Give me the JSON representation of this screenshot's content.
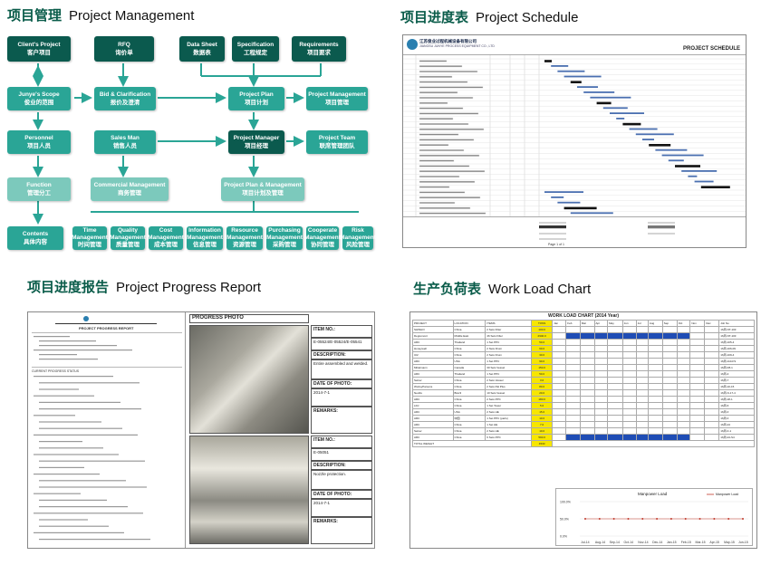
{
  "sections": {
    "pm": {
      "cn": "项目管理",
      "en": "Project Management"
    },
    "ps": {
      "cn": "项目进度表",
      "en": "Project Schedule"
    },
    "pr": {
      "cn": "项目进度报告",
      "en": "Project Progress Report"
    },
    "wl": {
      "cn": "生产负荷表",
      "en": "Work Load Chart"
    }
  },
  "flow": {
    "nodes": [
      {
        "en": "Client's Project",
        "zh": "客户项目"
      },
      {
        "en": "RFQ",
        "zh": "询价单"
      },
      {
        "en": "Data Sheet",
        "zh": "数据表"
      },
      {
        "en": "Specification",
        "zh": "工程规定"
      },
      {
        "en": "Requirements",
        "zh": "项目要求"
      },
      {
        "en": "Junye's Scope",
        "zh": "俊业的范围"
      },
      {
        "en": "Bid & Clarification",
        "zh": "报价及澄清"
      },
      {
        "en": "Project Plan",
        "zh": "项目计划"
      },
      {
        "en": "Project Management",
        "zh": "项目管理"
      },
      {
        "en": "Personnel",
        "zh": "项目人员"
      },
      {
        "en": "Sales Man",
        "zh": "销售人员"
      },
      {
        "en": "Project Manager",
        "zh": "项目经理"
      },
      {
        "en": "Project Team",
        "zh": "联席管理团队"
      },
      {
        "en": "Function",
        "zh": "管理分工"
      },
      {
        "en": "Commercial Management",
        "zh": "商务管理"
      },
      {
        "en": "Project Plan & Management",
        "zh": "项目计划及管理"
      },
      {
        "en": "Contents",
        "zh": "具体内容"
      },
      {
        "en": "Time Management",
        "zh": "时间管理"
      },
      {
        "en": "Quality Management",
        "zh": "质量管理"
      },
      {
        "en": "Cost Management",
        "zh": "成本管理"
      },
      {
        "en": "Information Management",
        "zh": "信息管理"
      },
      {
        "en": "Resource Management",
        "zh": "资源管理"
      },
      {
        "en": "Purchasing Management",
        "zh": "采购管理"
      },
      {
        "en": "Cooperate Management",
        "zh": "协同管理"
      },
      {
        "en": "Risk Management",
        "zh": "风险管理"
      }
    ]
  },
  "schedule": {
    "company_cn": "江苏俊业过程机械设备有限公司",
    "company_en": "JIANGSU JUNYE PROCESS EQUIPMENT CO., LTD",
    "title": "PROJECT SCHEDULE",
    "footer": "Page 1 of 1"
  },
  "report": {
    "photos_header": "PROGRESS PHOTO",
    "meta": [
      {
        "label": "ITEM NO.:",
        "value": "E-05524/E-05524/E-05541"
      },
      {
        "label": "DESCRIPTION:",
        "value": "Entire assembled and welded."
      },
      {
        "label": "DATE OF PHOTO:",
        "value": "2014-7-1"
      },
      {
        "label": "REMARKS:",
        "value": ""
      },
      {
        "label": "ITEM NO.:",
        "value": "E-05051"
      },
      {
        "label": "DESCRIPTION:",
        "value": "Nozzle protection."
      },
      {
        "label": "DATE OF PHOTO:",
        "value": "2014-7-1"
      },
      {
        "label": "REMARKS:",
        "value": ""
      }
    ],
    "doc_title": "PROJECT PROGRESS REPORT",
    "status_title": "CURRENT PROGRESS STATUS"
  },
  "workload": {
    "title": "WORK LOAD CHART (2014 Year)",
    "headers": [
      "PROJECT",
      "LOCATION",
      "ITEMS",
      "TONS",
      "Jan",
      "Feb",
      "Mar",
      "Apr",
      "May",
      "Jun",
      "Jul",
      "Aug",
      "Sep",
      "Oct",
      "Nov",
      "Dec",
      "Job No"
    ],
    "rows": [
      {
        "project": "SHINHO",
        "location": "China",
        "items": "2 Sets Filter",
        "tons": "100.0",
        "job": "16周-NT-103"
      },
      {
        "project": "Degremont",
        "location": "Middle East",
        "items": "46 Sets Filter",
        "tons": "2940.0",
        "job": "16周-NT-103"
      },
      {
        "project": "ARC",
        "location": "Thailand",
        "items": "1 Set PPC",
        "tons": "50.0",
        "job": "16周-105-4"
      },
      {
        "project": "Honeywell",
        "location": "China",
        "items": "2 Nets Drum",
        "tons": "60.0",
        "job": "16周-106-09"
      },
      {
        "project": "UI2",
        "location": "China",
        "items": "2 Sets Drum",
        "tons": "30.0",
        "job": "16周-109-4"
      },
      {
        "project": "ARC",
        "location": "USA",
        "items": "1 Set PPC",
        "tons": "90.0",
        "job": "16周-110-FS"
      },
      {
        "project": "Mittelmann",
        "location": "Canada",
        "items": "30 Sets Vessel",
        "tons": "150.0",
        "job": "16周-F8-1"
      },
      {
        "project": "ARC",
        "location": "Thailand",
        "items": "1 Set PPC",
        "tons": "50.0",
        "job": "16周-4"
      },
      {
        "project": "Selner",
        "location": "China",
        "items": "2 Sets Vessel",
        "tons": "3.0",
        "job": "16周-7"
      },
      {
        "project": "WorleyParsons",
        "location": "China",
        "items": "2 Sets Pal Plus",
        "tons": "80.0",
        "job": "16周-10-15"
      },
      {
        "project": "Nexilis",
        "location": "Brazil",
        "items": "10 Sets Vessel",
        "tons": "20.0",
        "job": "16周-N-17-4"
      },
      {
        "project": "ARC",
        "location": "China",
        "items": "2 Sets PPC",
        "tons": "180.0",
        "job": "16周-18-1"
      },
      {
        "project": "LDJ",
        "location": "China",
        "items": "1 Set Tower",
        "tons": "5.0",
        "job": "16周-6"
      },
      {
        "project": "ARC",
        "location": "USA",
        "items": "2 Sets HE",
        "tons": "15.0",
        "job": "16周-F"
      },
      {
        "project": "ARC",
        "location": "中国",
        "items": "1 Set PPC (parts)",
        "tons": "10.0",
        "job": "16周-F"
      },
      {
        "project": "ARC",
        "location": "China",
        "items": "1 Set HE",
        "tons": "7.0",
        "job": "16周-24"
      },
      {
        "project": "Selner",
        "location": "China",
        "items": "2 Sets HE",
        "tons": "10.0",
        "job": "16周-F-1"
      },
      {
        "project": "ARC",
        "location": "China",
        "items": "6 Sets PPC",
        "tons": "590.0",
        "job": "16周-24-S4"
      }
    ],
    "total_label": "TOTAL WEIGHT",
    "total_value": "4530",
    "chart_title": "Manpower Load",
    "chart_legend": "Manpower Load",
    "months": [
      "Jul-14",
      "Aug-14",
      "Sep-14",
      "Oct-14",
      "Nov-14",
      "Dec-14",
      "Jan-15",
      "Feb-15",
      "Mar-15",
      "Apr-15",
      "May-15",
      "Jun-15"
    ],
    "y_ticks": [
      "100.0%",
      "50.0%",
      "0.0%"
    ]
  }
}
